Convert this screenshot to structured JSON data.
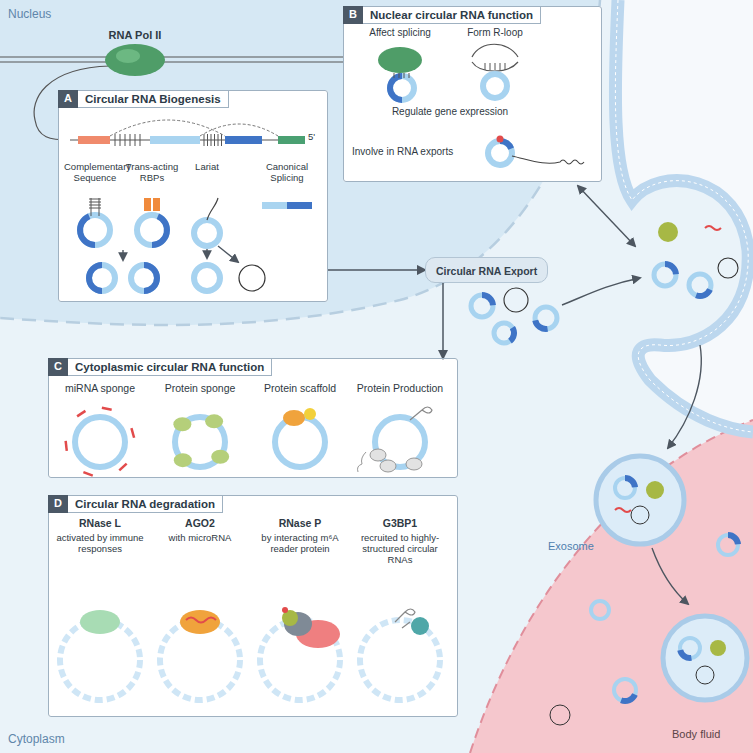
{
  "diagram": {
    "nodes": [
      {
        "text": [
          "A",
          "Circular RNA Biogenesis"
        ]
      },
      {
        "text": [
          "B",
          "Nuclear circular RNA function"
        ]
      },
      {
        "text": [
          "Circular RNA Export"
        ]
      },
      {
        "text": [
          "C",
          "Cytoplasmic circular RNA function"
        ]
      },
      {
        "text": [
          "D",
          "Circular RNA degradation"
        ]
      }
    ],
    "edges": [
      {
        "from": 0,
        "to": 2,
        "arrow": "to"
      },
      {
        "from": 2,
        "to": 3,
        "arrow": "to"
      }
    ],
    "labels": [
      "Nucleus",
      "RNA Pol II",
      "Complementary Sequence",
      "Trans-acting RBPs",
      "Lariat",
      "Canonical Splicing",
      "5'",
      "Affect splicing",
      "Form R-loop",
      "Regulate gene expression",
      "Involve in RNA exports",
      "miRNA sponge",
      "Protein sponge",
      "Protein scaffold",
      "Protein Production",
      "RNase L",
      "activated by immune responses",
      "AGO2",
      "with microRNA",
      "RNase P",
      "by interacting m⁶A reader protein",
      "G3BP1",
      "recruited to highly-structured circular RNAs",
      "Exosome",
      "Body fluid",
      "Cytoplasm"
    ]
  }
}
